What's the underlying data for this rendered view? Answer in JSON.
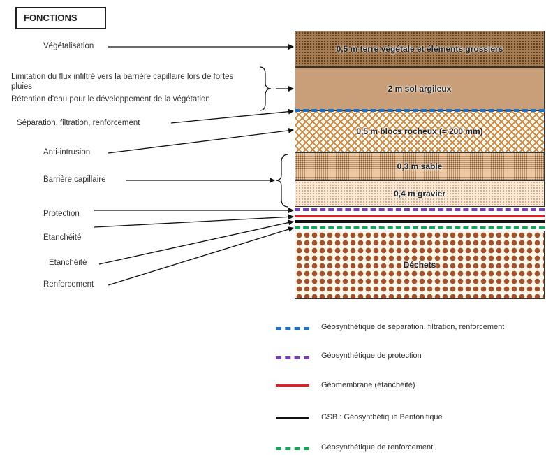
{
  "header": {
    "title": "FONCTIONS"
  },
  "functions": {
    "vegetalisation": "Végétalisation",
    "limitation_line1": "Limitation du flux infiltré vers la barrière capillaire lors de fortes pluies",
    "limitation_line2": "Rétention d'eau pour le développement de la végétation",
    "separation": "Séparation, filtration, renforcement",
    "anti_intrusion": "Anti-intrusion",
    "barriere": "Barrière capillaire",
    "protection": "Protection",
    "etancheite_1": "Etanchéité",
    "etancheite_2": "Etanchéité",
    "renforcement": "Renforcement"
  },
  "layers": {
    "vegetale": "0,5 m terre végétale et éléments grossiers",
    "argileux": "2 m sol argileux",
    "blocs": "0,5 m blocs rocheux (≈ 200 mm)",
    "sable": "0,3 m sable",
    "gravier": "0,4 m gravier",
    "dechets": "Déchets"
  },
  "legend": {
    "separation": "Géosynthétique de séparation, filtration, renforcement",
    "protection": "Géosynthétique de protection",
    "geomembrane": "Géomembrane (étanchéité)",
    "gsb": "GSB : Géosynthétique Bentonitique",
    "renforcement": "Géosynthétique de renforcement"
  },
  "colors": {
    "separation_geo": "#1f6fc0",
    "protection_geo": "#7a3fb0",
    "geomembrane": "#e02020",
    "gsb": "#111111",
    "renforcement_geo": "#19a35a"
  }
}
